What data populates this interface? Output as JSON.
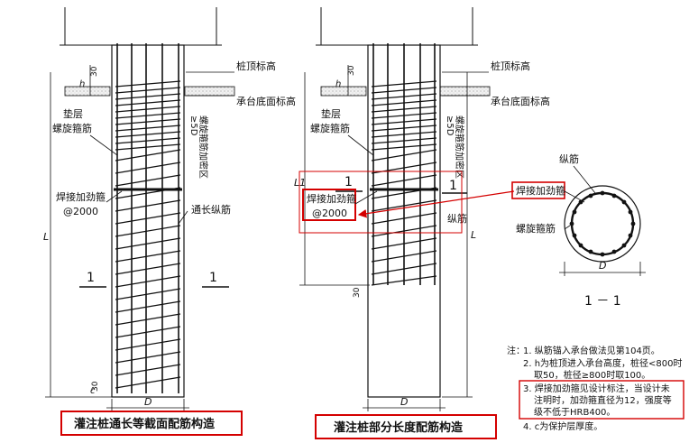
{
  "left": {
    "pile_top_elev": "桩顶标高",
    "cap_bottom_elev": "承台底面标高",
    "cushion": "垫层",
    "spiral_stirrup": "螺旋箍筋",
    "spiral_dense": "螺旋箍筋加密区",
    "dense_min": "≥5D",
    "ring": "焊接加劲箍",
    "ring_spacing": "@2000",
    "long_bar": "通长纵筋",
    "dim_30": "30",
    "dim_h": "h",
    "dim_L": "L",
    "dim_D": "D",
    "dim_c": "c",
    "dim_c30": "30",
    "section_mark": "1",
    "caption": "灌注桩通长等截面配筋构造"
  },
  "middle": {
    "pile_top_elev": "桩顶标高",
    "cap_bottom_elev": "承台底面标高",
    "cushion": "垫层",
    "spiral_stirrup": "螺旋箍筋",
    "spiral_dense": "螺旋箍筋加密区",
    "dense_min": "≥5D",
    "ring": "焊接加劲箍",
    "ring_spacing": "@2000",
    "long_bar": "纵筋",
    "dim_30": "30",
    "dim_h": "h",
    "dim_L": "L",
    "dim_L1": "L1",
    "dim_D": "D",
    "dim_bottom30": "30",
    "section_mark": "1",
    "caption": "灌注桩部分长度配筋构造"
  },
  "section": {
    "long_bar": "纵筋",
    "ring": "焊接加劲箍",
    "spiral": "螺旋箍筋",
    "dim_D": "D",
    "title": "1 － 1"
  },
  "notes": {
    "prefix": "注：",
    "n1": "1. 纵筋锚入承台做法见第104页。",
    "n2a": "2. h为桩顶进入承台高度，桩径<800时",
    "n2b": "取50，桩径≥800时取100。",
    "n3a": "3. 焊接加劲箍见设计标注，当设计未",
    "n3b": "注明时，加劲箍直径为12，强度等",
    "n3c": "级不低于HRB400。",
    "n4": "4. c为保护层厚度。"
  },
  "colors": {
    "highlight": "#d40000",
    "line": "#111111",
    "hatch": "#cccccc"
  }
}
